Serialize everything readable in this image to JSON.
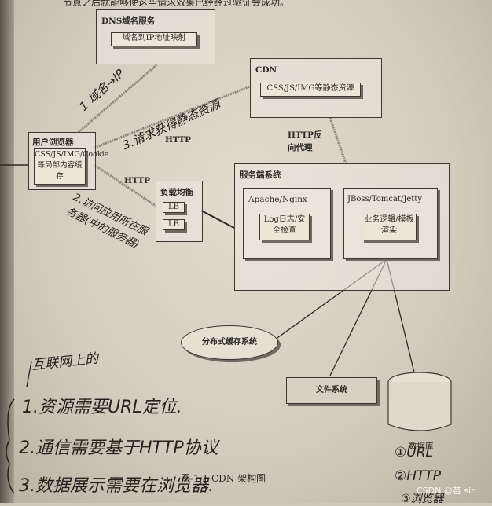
{
  "header": {
    "partial_text": "节点之后就能够使这些请求效果已经经过验证会成功。"
  },
  "dns": {
    "title": "DNS域名服务",
    "inner": "域名到IP地址映射"
  },
  "cdn": {
    "title": "CDN",
    "inner": "CSS/JS/IMG等静态资源",
    "proxy": "HTTP反向代理"
  },
  "browser": {
    "title": "用户浏览器",
    "inner": "CSS/JS/IMG/Cookie等局部内容缓存"
  },
  "lb": {
    "title": "负载均衡",
    "items": [
      "LB",
      "LB"
    ]
  },
  "server": {
    "title": "服务端系统",
    "apache": {
      "title": "Apache/Nginx",
      "inner": "Log日志/安全检查"
    },
    "jboss": {
      "title": "JBoss/Tomcat/Jetty",
      "inner": "业务逻辑/模板渲染"
    }
  },
  "http_labels": [
    "HTTP",
    "HTTP"
  ],
  "cache": {
    "label": "分布式缓存系统"
  },
  "files": {
    "label": "文件系统"
  },
  "db": {
    "label": "数据库"
  },
  "caption": "图 1-1   CDN 架构图",
  "handwriting": {
    "step1": "1.域名→IP",
    "step3": "3.请求获得静态资源",
    "step2": "2.访问应用所在服务器(中的服务器)",
    "heading": "互联网上的",
    "line1": "1.资源需要URL定位.",
    "line2": "2.通信需要基于HTTP协议",
    "line3": "3.数据展示需要在浏览器.",
    "right1": "①URL",
    "right2": "②HTTP",
    "right3": "③浏览器"
  },
  "watermark": "CSDN @苗.sir"
}
